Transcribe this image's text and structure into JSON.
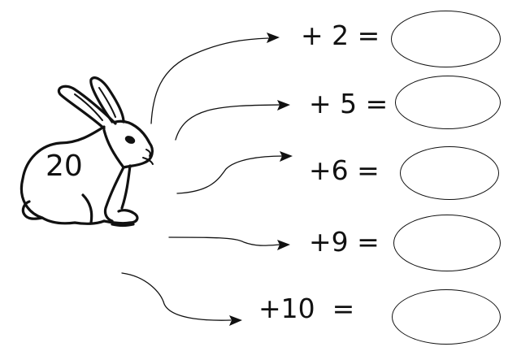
{
  "rabbit": {
    "number": "20"
  },
  "exercises": [
    {
      "label": "+ 2 ="
    },
    {
      "label": "+ 5 ="
    },
    {
      "label": "+6 ="
    },
    {
      "label": "+9 ="
    },
    {
      "label": "+10  ="
    }
  ],
  "icons": {
    "rabbit": "rabbit-icon",
    "arrow": "arrow-icon"
  },
  "colors": {
    "ink": "#111111",
    "background": "#ffffff"
  }
}
